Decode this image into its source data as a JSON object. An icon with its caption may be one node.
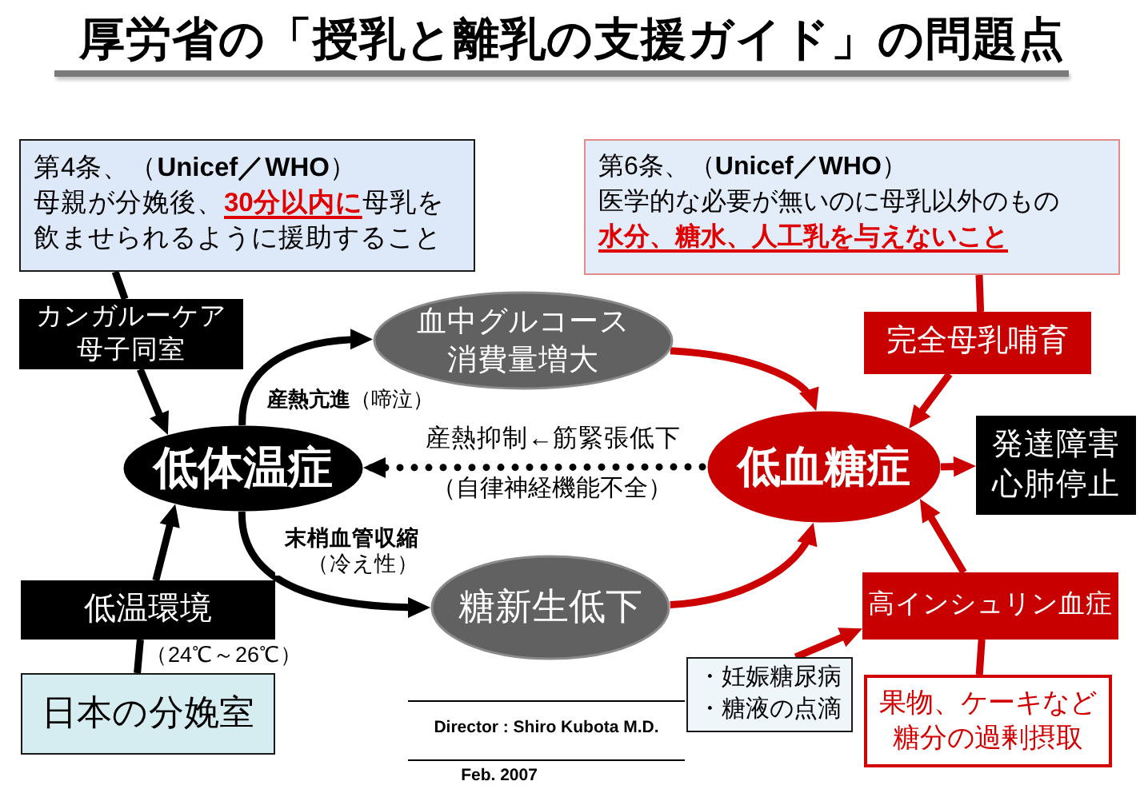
{
  "diagram": {
    "title": "厚労省の「授乳と離乳の支援ガイド」の問題点",
    "nodes": [
      {
        "text": [
          "第4条、（**Unicef／WHO**）",
          "母親が分娩後、**30分以内に**母乳を飲ませられるように援助すること"
        ]
      },
      {
        "text": [
          "第6条、（**Unicef／WHO**）",
          "医学的な必要が無いのに母乳以外のもの**水分、糖水、人工乳を与えないこと**"
        ]
      },
      {
        "text": [
          "カンガルーケア母子同室"
        ]
      },
      {
        "text": [
          "血中グルコース消費量増大"
        ]
      },
      {
        "text": [
          "完全母乳哺育"
        ]
      },
      {
        "text": [
          "低体温症"
        ]
      },
      {
        "text": [
          "低血糖症"
        ]
      },
      {
        "text": [
          "発達障害心肺停止"
        ]
      },
      {
        "text": [
          "糖新生低下"
        ]
      },
      {
        "text": [
          "低温環境"
        ]
      },
      {
        "text": [
          "高インシュリン血症"
        ]
      },
      {
        "text": [
          "日本の分娩室"
        ]
      },
      {
        "text": [
          "・妊娠糖尿病",
          "・糖液の点滴"
        ]
      },
      {
        "text": [
          "果物、ケーキなど糖分の過剰摂取"
        ]
      }
    ],
    "edges": [
      {
        "from": 0,
        "to": 2,
        "arrow": "none",
        "color": "#000000"
      },
      {
        "from": 2,
        "to": 5,
        "arrow": "to",
        "color": "#000000"
      },
      {
        "from": 1,
        "to": 4,
        "arrow": "none"
      },
      {
        "from": 4,
        "to": 6,
        "arrow": "to"
      },
      {
        "from": 5,
        "to": 3,
        "arrow": "to",
        "label": "**産熱亢進**（啼泣）",
        "color": "#000000"
      },
      {
        "from": 3,
        "to": 6,
        "arrow": "to"
      },
      {
        "from": 6,
        "to": 5,
        "arrow": "to",
        "label": "産熱抑制←筋緊張低下",
        "style": "dashed",
        "color": "#000000"
      },
      {
        "from": 5,
        "to": 8,
        "arrow": "to",
        "label": "**末梢血管収縮**（冷え性）",
        "color": "#000000"
      },
      {
        "from": 8,
        "to": 6,
        "arrow": "to"
      },
      {
        "from": 6,
        "to": 7,
        "arrow": "to"
      },
      {
        "from": 11,
        "to": 9,
        "arrow": "none",
        "label": "（24℃～26℃）",
        "color": "#000000"
      },
      {
        "from": 9,
        "to": 5,
        "arrow": "to",
        "color": "#000000"
      },
      {
        "from": 10,
        "to": 6,
        "arrow": "to"
      },
      {
        "from": 13,
        "to": 10,
        "arrow": "none"
      },
      {
        "from": 12,
        "to": 10,
        "arrow": "to"
      }
    ],
    "labels": [
      "（自律神経機能不全）",
      "Director : Shiro Kubota M.D.",
      "Feb. 2007"
    ]
  }
}
